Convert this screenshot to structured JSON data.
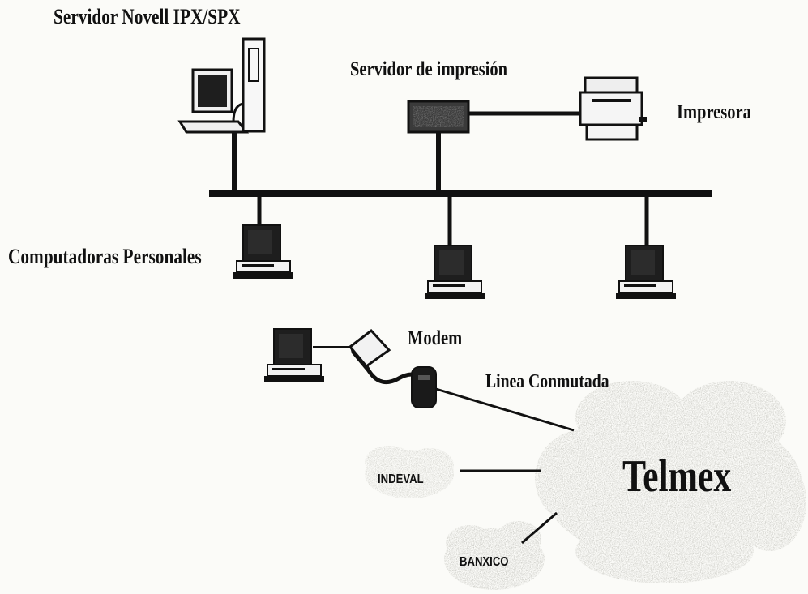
{
  "labels": {
    "server": "Servidor Novell IPX/SPX",
    "print_server": "Servidor de impresión",
    "printer": "Impresora",
    "personal_computers": "Computadoras Personales",
    "modem": "Modem",
    "dialup_line": "Linea Conmutada",
    "indeval": "INDEVAL",
    "banxico": "BANXICO",
    "telmex": "Telmex"
  },
  "colors": {
    "ink": "#111111",
    "background": "#fbfbf8",
    "cloud": "#cfcfca",
    "screen": "#1e1e1e"
  },
  "icons": {
    "server": "server-workstation-icon",
    "print_server": "print-server-icon",
    "printer": "printer-icon",
    "pc": "desktop-computer-icon",
    "modem": "modem-icon",
    "phone_jack": "phone-jack-icon",
    "cloud": "cloud-icon"
  }
}
